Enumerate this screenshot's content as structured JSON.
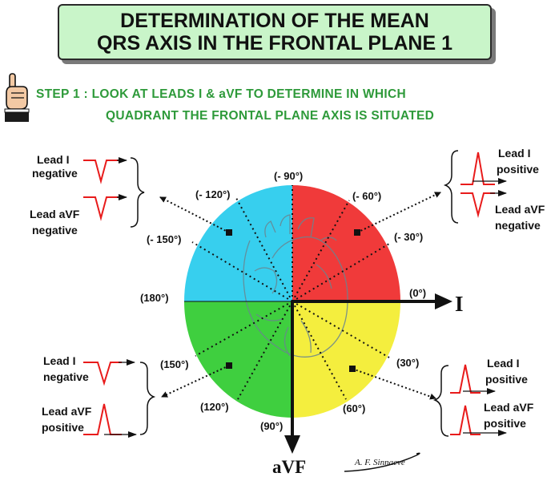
{
  "title": {
    "line1": "DETERMINATION OF THE MEAN",
    "line2": "QRS AXIS IN THE FRONTAL PLANE 1"
  },
  "step": {
    "line1": "STEP 1 : LOOK  AT LEADS I & aVF TO DETERMINE IN WHICH",
    "line2": "QUADRANT THE FRONTAL PLANE AXIS IS SITUATED"
  },
  "icons": {
    "hand": "pointing-finger-icon"
  },
  "colors": {
    "upper_left": "#37cfee",
    "upper_right": "#f03a3a",
    "lower_left": "#3fcf3f",
    "lower_right": "#f4ee3e",
    "waveform": "#e81b1b",
    "title_bg": "#c9f5c9",
    "step_text": "#2e9a3a"
  },
  "angles": {
    "m90": "(- 90°)",
    "m120": "(- 120°)",
    "m60": "(- 60°)",
    "m150": "(- 150°)",
    "m30": "(- 30°)",
    "p180": "(180°)",
    "p0": "(0°)",
    "p150": "(150°)",
    "p30": "(30°)",
    "p120": "(120°)",
    "p60": "(60°)",
    "p90": "(90°)"
  },
  "axes": {
    "x": "I",
    "y": "aVF"
  },
  "quadrants": {
    "upper_left": {
      "lead1": "Lead I",
      "lead1_state": "negative",
      "lead2": "Lead aVF",
      "lead2_state": "negative"
    },
    "upper_right": {
      "lead1": "Lead I",
      "lead1_state": "positive",
      "lead2": "Lead aVF",
      "lead2_state": "negative"
    },
    "lower_left": {
      "lead1": "Lead I",
      "lead1_state": "negative",
      "lead2": "Lead aVF",
      "lead2_state": "positive"
    },
    "lower_right": {
      "lead1": "Lead I",
      "lead1_state": "positive",
      "lead2": "Lead aVF",
      "lead2_state": "positive"
    }
  },
  "signature": "A. F. Sinnaeve"
}
